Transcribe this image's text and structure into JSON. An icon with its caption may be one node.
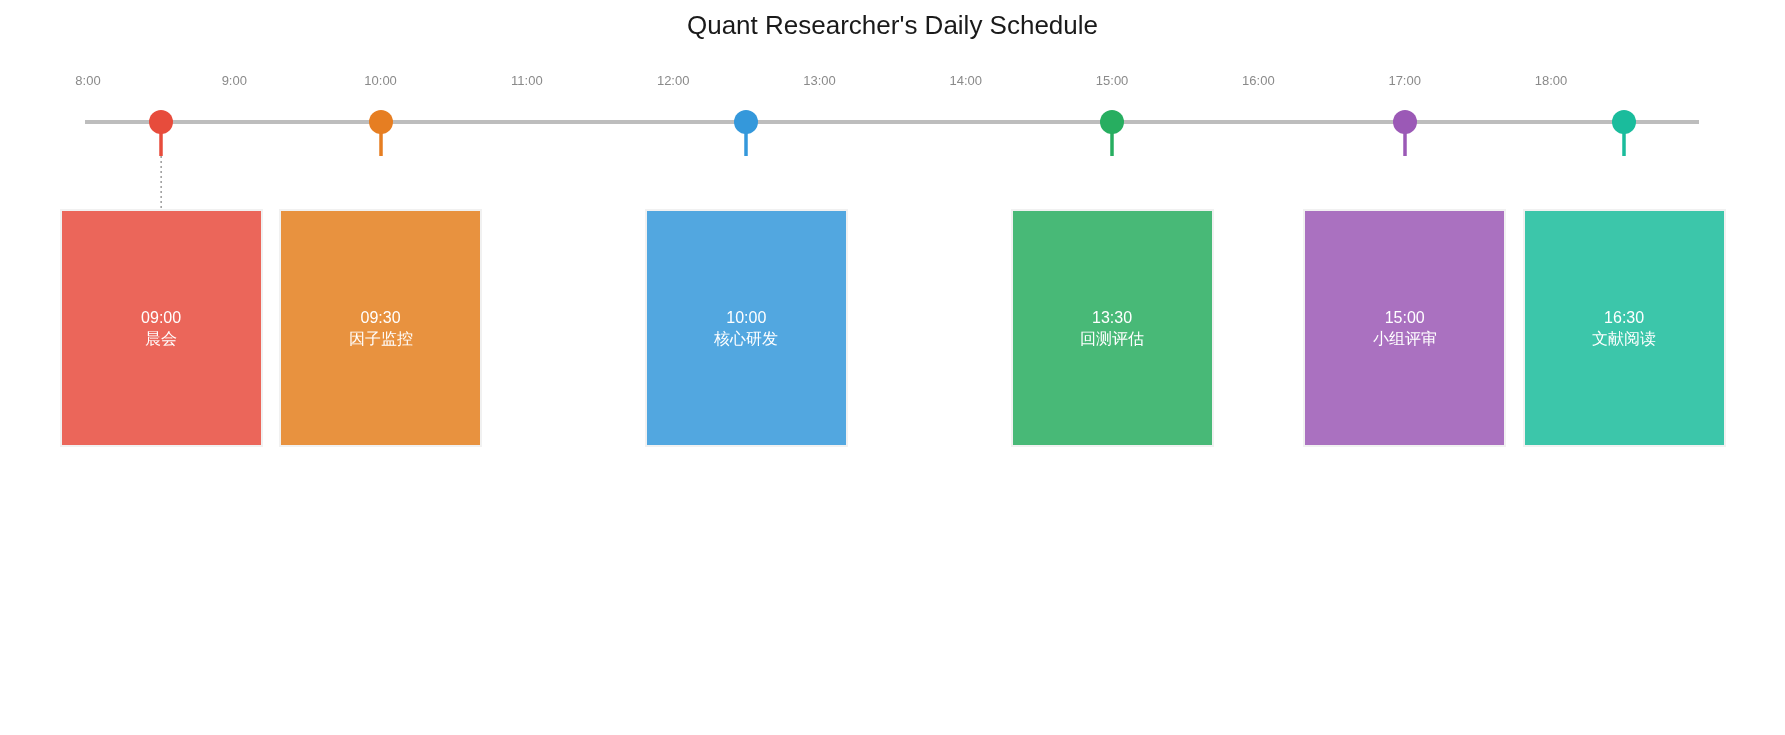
{
  "diagram": {
    "title": "Quant Researcher's Daily Schedule",
    "nodes": [
      {
        "text": [],
        "shape": "circle"
      },
      {
        "text": [],
        "shape": "circle"
      },
      {
        "text": [],
        "shape": "circle"
      },
      {
        "text": [],
        "shape": "circle"
      },
      {
        "text": [],
        "shape": "circle"
      },
      {
        "text": [],
        "shape": "circle"
      },
      {
        "text": [
          "09:00",
          "晨会"
        ]
      },
      {
        "text": [
          "09:30",
          "因子监控"
        ]
      },
      {
        "text": [
          "10:00",
          "核心研发"
        ]
      },
      {
        "text": [
          "13:30",
          "回测评估"
        ]
      },
      {
        "text": [
          "15:00",
          "小组评审"
        ]
      },
      {
        "text": [
          "16:30",
          "文献阅读"
        ]
      }
    ],
    "edges": [
      {
        "from": 0,
        "to": 6,
        "arrow": "none",
        "style": "dashed"
      }
    ],
    "labels": [
      "8:00",
      "9:00",
      "10:00",
      "11:00",
      "12:00",
      "13:00",
      "14:00",
      "15:00",
      "16:00",
      "17:00",
      "18:00"
    ]
  }
}
